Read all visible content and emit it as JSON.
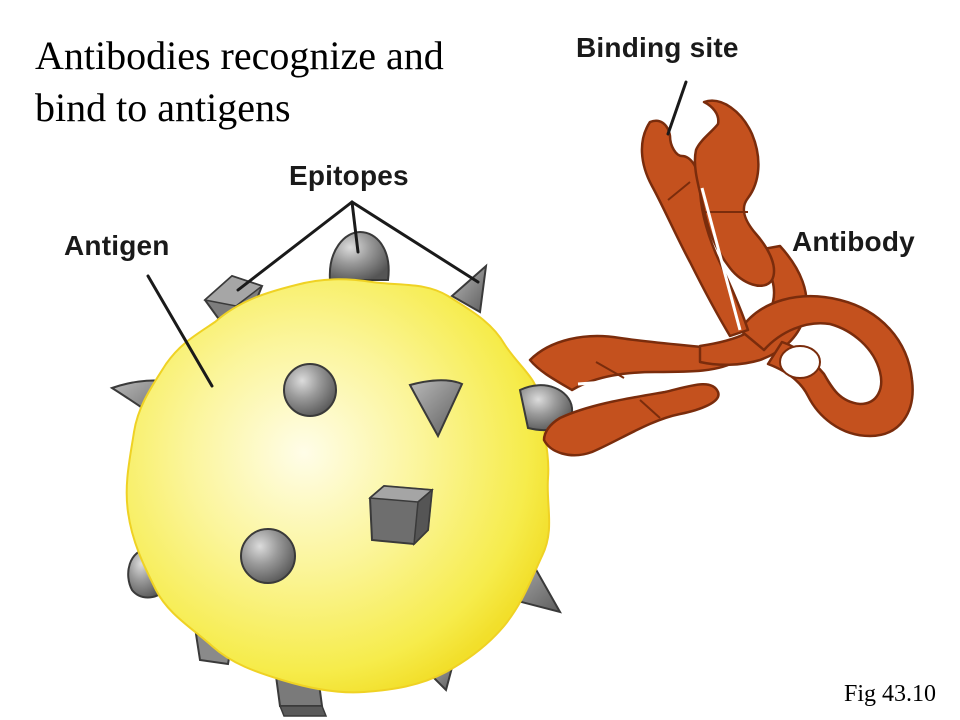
{
  "title": {
    "line1": "Antibodies recognize and",
    "line2": "bind to antigens"
  },
  "labels": {
    "binding_site": "Binding site",
    "epitopes": "Epitopes",
    "antigen": "Antigen",
    "antibody": "Antibody"
  },
  "caption": "Fig 43.10",
  "colors": {
    "antigen_fill": "#f7ef5a",
    "antigen_center": "#fffce0",
    "antigen_edge": "#f2d51f",
    "antibody": "#c4511e",
    "antibody_dark": "#7a2c0c",
    "epitope": "#8a8a8a",
    "epitope_dark": "#555555",
    "epitope_light": "#c8c8c8"
  }
}
